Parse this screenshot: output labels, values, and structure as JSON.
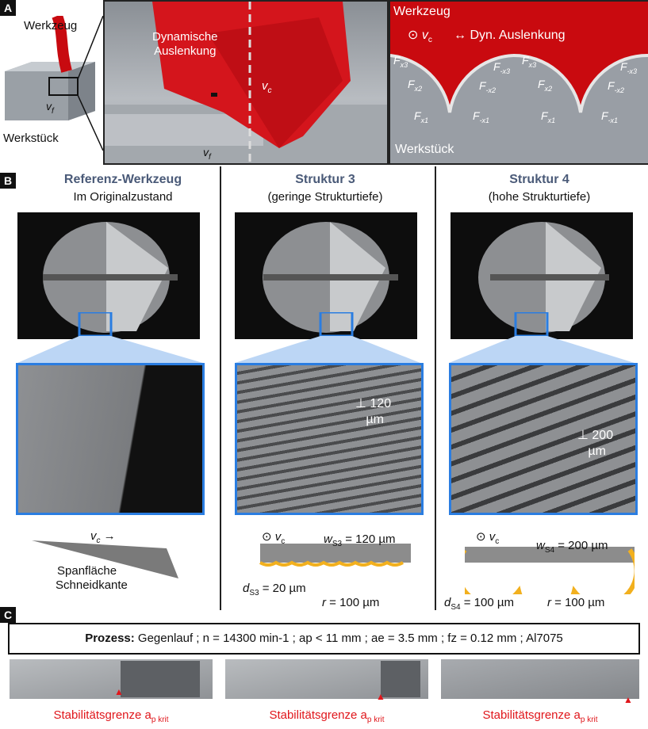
{
  "panel_a": {
    "label": "A",
    "werkzeug": "Werkzeug",
    "werkstueck": "Werkstück",
    "vf": "v",
    "vf_sub": "f",
    "dyn_line1": "Dynamische",
    "dyn_line2": "Auslenkung",
    "vc": "v",
    "vc_sub": "c",
    "right_werkzeug": "Werkzeug",
    "right_werkstueck": "Werkstück",
    "dyn_ausl": "Dyn. Auslenkung",
    "forces": [
      "F",
      "x3",
      "F",
      "-x3",
      "F",
      "x2",
      "F",
      "-x2",
      "F",
      "x1",
      "F",
      "-x1"
    ]
  },
  "panel_b": {
    "label": "B",
    "columns": [
      {
        "title": "Referenz-Werkzeug",
        "subtitle": "Im Originalzustand"
      },
      {
        "title": "Struktur 3",
        "subtitle": "(geringe Strukturtiefe)"
      },
      {
        "title": "Struktur 4",
        "subtitle": "(hohe Strukturtiefe)"
      }
    ],
    "scale3": "120",
    "scale3_unit": "µm",
    "scale4": "200",
    "scale4_unit": "µm",
    "ref_vc": "v",
    "ref_vc_sub": "c",
    "spanflaeche": "Spanfläche",
    "schneidkante": "Schneidkante",
    "s3_vc": "v",
    "s3_vc_sub": "c",
    "s3_w": "w",
    "s3_w_sub": "S3",
    "s3_w_val": " = 120 µm",
    "s3_d": "d",
    "s3_d_sub": "S3",
    "s3_d_val": " = 20 µm",
    "s3_r": "r",
    "s3_r_val": " = 100 µm",
    "s4_vc": "v",
    "s4_vc_sub": "c",
    "s4_w": "w",
    "s4_w_sub": "S4",
    "s4_w_val": " = 200 µm",
    "s4_d": "d",
    "s4_d_sub": "S4",
    "s4_d_val": " = 100 µm",
    "s4_r": "r",
    "s4_r_val": " = 100 µm"
  },
  "panel_c": {
    "label": "C",
    "prozess_bold": "Prozess:",
    "prozess_text": "Gegenlauf ; n = 14300 min-1 ; ap < 11 mm ; ae = 3.5 mm ; fz = 0.12 mm ;  Al7075",
    "stab": "Stabilitätsgrenze a",
    "stab_sub": "p krit"
  },
  "colors": {
    "red": "#d3070d",
    "blue": "#2a7de1",
    "gold": "#f2b01e",
    "title_blue": "#4a5a78"
  }
}
